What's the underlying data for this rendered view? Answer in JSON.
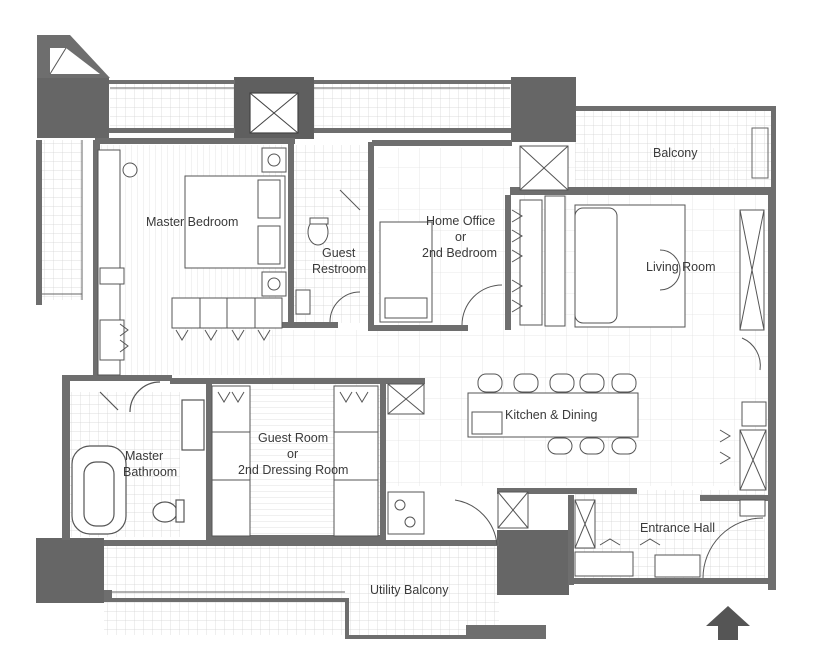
{
  "rooms": {
    "balcony": "Balcony",
    "master_bedroom": "Master  Bedroom",
    "guest_restroom_1": "Guest",
    "guest_restroom_2": "Restroom",
    "home_office_1": "Home Office",
    "home_office_2": "or",
    "home_office_3": "2nd Bedroom",
    "living_room": "Living Room",
    "kitchen_dining": "Kitchen & Dining",
    "master_bathroom_1": "Master",
    "master_bathroom_2": "Bathroom",
    "guest_room_1": "Guest Room",
    "guest_room_2": "or",
    "guest_room_3": "2nd Dressing Room",
    "entrance_hall": "Entrance Hall",
    "utility_balcony": "Utility Balcony"
  },
  "icons": {
    "entrance_marker": "up-arrow-icon"
  },
  "colors": {
    "column": "#666666",
    "wall": "#6e6e6e",
    "line": "#555555",
    "grid": "#dcdcdc"
  }
}
